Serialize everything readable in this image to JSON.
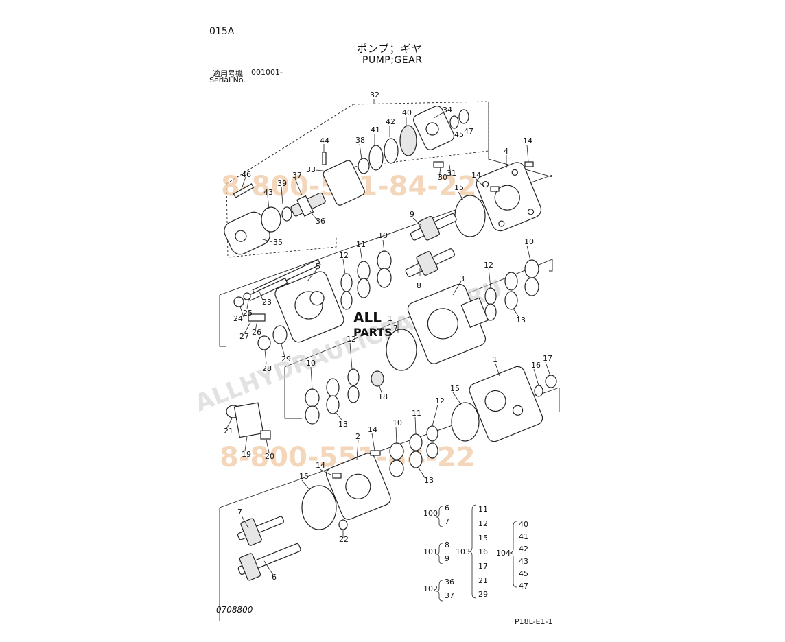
{
  "header": {
    "page_code": "015A",
    "title_jp": "ポンプ；ギヤ",
    "title_en": "PUMP;GEAR",
    "serial_label_jp": "適用号機",
    "serial_value": "001001-",
    "serial_label_en": "Serial No."
  },
  "footer": {
    "doc_number": "0708800",
    "page_ref": "P18L-E1-1"
  },
  "watermarks": {
    "phone_top": "8-800-551-84-22",
    "phone_bottom": "8-800-551-84-22",
    "site": "ALLHYDRAULICPARTS.RU",
    "logo_line1": "ALL",
    "logo_line2": "PARTS"
  },
  "callouts": [
    "32",
    "34",
    "40",
    "42",
    "41",
    "38",
    "44",
    "47",
    "45",
    "46",
    "39",
    "43",
    "37",
    "33",
    "31",
    "30",
    "36",
    "35",
    "4",
    "14",
    "14",
    "15",
    "9",
    "10",
    "11",
    "12",
    "5",
    "23",
    "24",
    "25",
    "26",
    "27",
    "28",
    "29",
    "8",
    "7",
    "3",
    "1",
    "12",
    "13",
    "10",
    "12",
    "13",
    "10",
    "18",
    "21",
    "19",
    "20",
    "16",
    "17",
    "1",
    "15",
    "12",
    "11",
    "10",
    "13",
    "2",
    "14",
    "14",
    "15",
    "22",
    "7",
    "6"
  ],
  "groups": [
    {
      "id": "100",
      "items": [
        "6",
        "7"
      ]
    },
    {
      "id": "101",
      "items": [
        "8",
        "9"
      ]
    },
    {
      "id": "102",
      "items": [
        "36",
        "37"
      ]
    },
    {
      "id": "103",
      "items": [
        "11",
        "12",
        "15",
        "16",
        "17",
        "21",
        "29"
      ]
    },
    {
      "id": "104",
      "items": [
        "40",
        "41",
        "42",
        "43",
        "45",
        "47"
      ]
    }
  ]
}
